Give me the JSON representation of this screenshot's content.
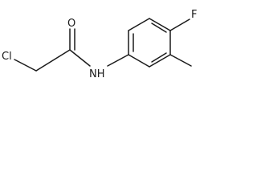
{
  "molecule": {
    "atoms": {
      "cl": "Cl",
      "o": "O",
      "nh": "NH",
      "f": "F"
    }
  },
  "colors": {
    "ink": "#1a1a1a",
    "background": "#ffffff"
  }
}
